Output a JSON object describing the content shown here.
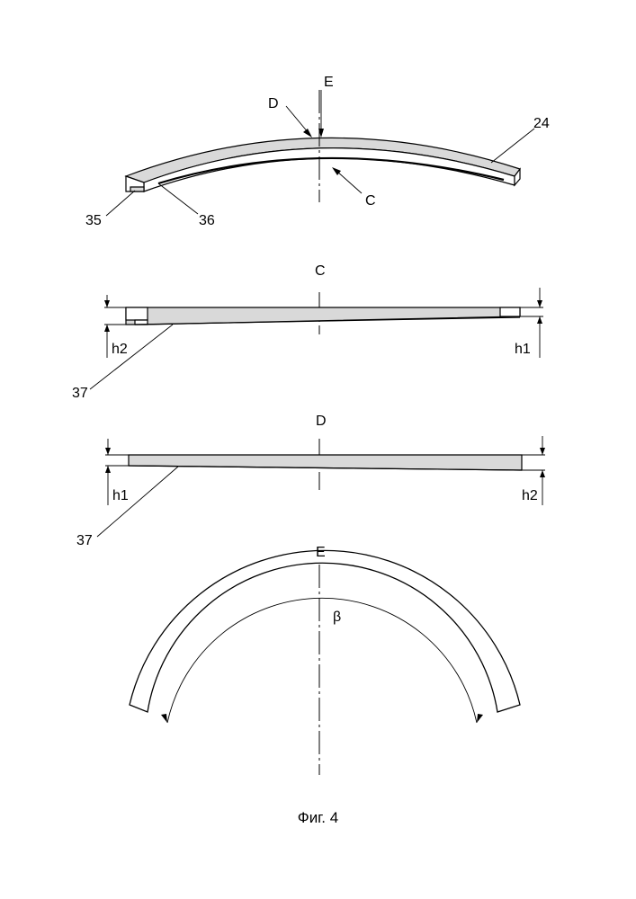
{
  "figure": {
    "caption": "Фиг. 4",
    "view_iso": {
      "label_d": "D",
      "label_e": "E",
      "label_c": "C",
      "ref_24": "24",
      "ref_35": "35",
      "ref_36": "36"
    },
    "view_c": {
      "title": "C",
      "label_h1": "h1",
      "label_h2": "h2",
      "ref_37": "37"
    },
    "view_d": {
      "title": "D",
      "label_h1": "h1",
      "label_h2": "h2",
      "ref_37": "37"
    },
    "view_e": {
      "title": "E",
      "label_beta": "β"
    }
  }
}
